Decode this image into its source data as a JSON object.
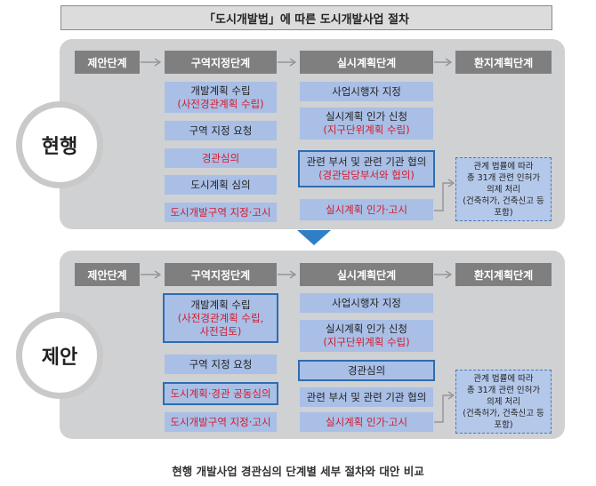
{
  "title": "「도시개발법」에 따른 도시개발사업 절차",
  "caption": "현행 개발사업 경관심의 단계별 세부 절차와 대안 비교",
  "colors": {
    "header": "#7f7f7f",
    "box": "#a9bfe6",
    "outline": "#2e6cb0",
    "red_text": "#d7192a",
    "panel": "#d0d1d3",
    "arrow_down": "#2f7fc7"
  },
  "stages": [
    "제안단계",
    "구역지정단계",
    "실시계획단계",
    "환지계획단계"
  ],
  "current": {
    "label": "현행",
    "zone_steps": [
      {
        "line1": "개발계획 수립",
        "line2": "(사전경관계획 수립)"
      },
      {
        "line1": "구역 지정 요청"
      },
      {
        "line1": "경관심의"
      },
      {
        "line1": "도시계획 심의"
      },
      {
        "line1": "도시개발구역 지정·고시"
      }
    ],
    "plan_steps": [
      {
        "line1": "사업시행자 지정"
      },
      {
        "line1": "실시계획 인가 신청",
        "line2": "(지구단위계획 수립)"
      },
      {
        "line1": "관련 부서 및 관련 기관 협의",
        "line2": "(경관담당부서와 협의)"
      },
      {
        "line1": "실시계획 인가·고시"
      }
    ],
    "note": {
      "l1": "관계 법률에 따라",
      "l2": "총 31개 관련 인허가",
      "l3": "의제 처리",
      "l4": "(건축허가, 건축신고 등",
      "l5": "포함)"
    }
  },
  "proposed": {
    "label": "제안",
    "zone_steps": [
      {
        "line1": "개발계획 수립",
        "line2": "(사전경관계획 수립,",
        "line3": "사전검토)"
      },
      {
        "line1": "구역 지정 요청"
      },
      {
        "line1": "도시계획·경관 공동심의"
      },
      {
        "line1": "도시개발구역 지정·고시"
      }
    ],
    "plan_steps": [
      {
        "line1": "사업시행자 지정"
      },
      {
        "line1": "실시계획 인가 신청",
        "line2": "(지구단위계획 수립)"
      },
      {
        "line1": "경관심의"
      },
      {
        "line1": "관련 부서 및 관련 기관 협의"
      },
      {
        "line1": "실시계획 인가·고시"
      }
    ],
    "note": {
      "l1": "관계 법률에 따라",
      "l2": "총 31개 관련 인허가",
      "l3": "의제 처리",
      "l4": "(건축허가, 건축신고 등",
      "l5": "포함)"
    }
  }
}
